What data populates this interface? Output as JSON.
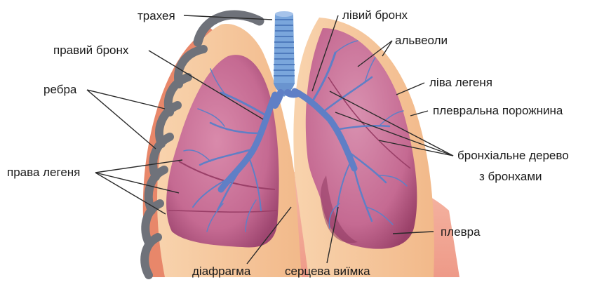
{
  "labels": {
    "trachea": "трахея",
    "left_bronchus": "лівий бронх",
    "right_bronchus": "правий бронх",
    "alveoli": "альвеоли",
    "ribs": "ребра",
    "left_lung": "ліва легеня",
    "pleural_cavity": "плевральна порожнина",
    "bronchial_tree_1": "бронхіальне дерево",
    "bronchial_tree_2": "з бронхами",
    "right_lung": "права легеня",
    "pleura": "плевра",
    "diaphragm": "діафрагма",
    "cardiac_notch": "серцева виїмка"
  },
  "colors": {
    "lung": "#c76b92",
    "lung_dark": "#a94f78",
    "lung_light": "#d98aab",
    "pleura": "#f5c79a",
    "diaphragm": "#f2a99a",
    "trachea": "#6f9fd8",
    "bronchi": "#6b86c9",
    "ribs": "#7b7e86",
    "rib_inner": "#e07f63"
  }
}
